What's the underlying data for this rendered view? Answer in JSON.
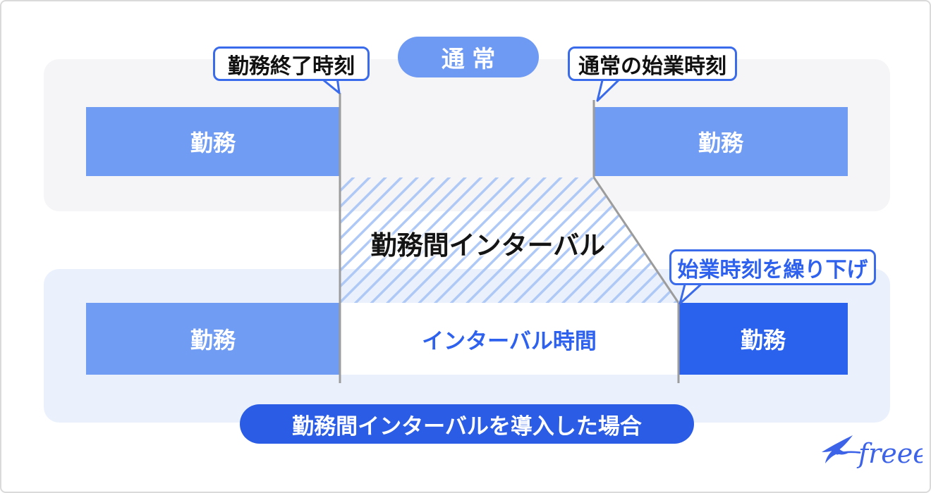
{
  "colors": {
    "bar_light_blue": "#709CF4",
    "bar_dark_blue": "#2A61ED",
    "pill_top_blue": "#6E9AF4",
    "pill_bottom_blue": "#2A5CE6",
    "section_gray": "#F5F4F6",
    "section_light_blue": "#EAF1FC",
    "hatch_stripe_blue": "#AFC9F7",
    "connector_gray": "#9C9C9C",
    "bubble_border_blue": "#3A6BEA",
    "interval_text_blue": "#2E62EE",
    "logo_blue": "#3D63E8"
  },
  "normal_case": {
    "pill": "通常",
    "bubble_end_time": "勤務終了時刻",
    "bubble_start_time": "通常の始業時刻",
    "bar_left": "勤務",
    "bar_right": "勤務"
  },
  "interval_band": {
    "label": "勤務間インターバル"
  },
  "interval_case": {
    "bar_left": "勤務",
    "interval_area": "インターバル時間",
    "bar_right": "勤務",
    "bubble_delayed_start": "始業時刻を繰り下げ",
    "caption": "勤務間インターバルを導入した場合"
  },
  "logo": {
    "text": "freee"
  }
}
